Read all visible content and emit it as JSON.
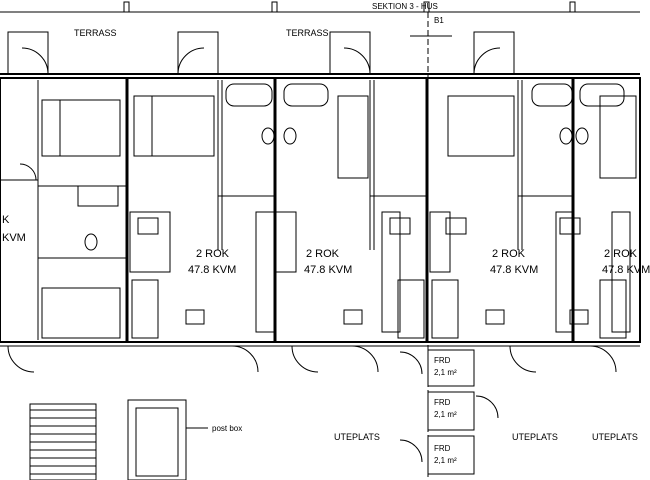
{
  "labels": {
    "terrass_1": "TERRASS",
    "terrass_2": "TERRASS",
    "sektion": "SEKTION 3 - HUS",
    "b1": "B1",
    "unit_partial_rok": "K",
    "unit_partial_kvm": "KVM",
    "units": [
      {
        "rok": "2 ROK",
        "kvm": "47.8 KVM"
      },
      {
        "rok": "2 ROK",
        "kvm": "47.8 KVM"
      },
      {
        "rok": "2 ROK",
        "kvm": "47.8 KVM"
      },
      {
        "rok": "2 ROK",
        "kvm": "47.8 KVM"
      }
    ],
    "storage": [
      {
        "name": "FRD",
        "area": "2,1 m²"
      },
      {
        "name": "FRD",
        "area": "2,1 m²"
      },
      {
        "name": "FRD",
        "area": "2,1 m²"
      }
    ],
    "post_box": "post box",
    "uteplats": [
      "UTEPLATS",
      "UTEPLATS",
      "UTEPLATS"
    ]
  },
  "colors": {
    "line": "#000000",
    "background": "#ffffff"
  }
}
